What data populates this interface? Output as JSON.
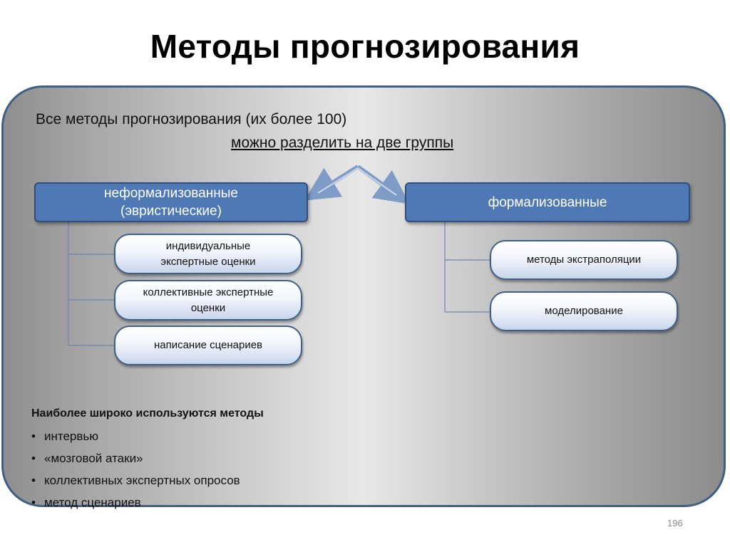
{
  "title": "Методы прогнозирования",
  "intro": {
    "line1": "Все методы прогнозирования (их более 100)",
    "line2": "можно разделить на две группы"
  },
  "groups": [
    {
      "label": "неформализованные\n(эвристические)",
      "methods": [
        "индивидуальные\nэкспертные оценки",
        "коллективные экспертные\nоценки",
        "написание сценариев"
      ]
    },
    {
      "label": "формализованные",
      "methods": [
        "методы экстраполяции",
        "моделирование"
      ]
    }
  ],
  "widely_used": {
    "heading": "Наиболее широко используются методы",
    "items": [
      "интервью",
      "«мозговой атаки»",
      "коллективных экспертных опросов",
      "метод сценариев"
    ]
  },
  "page_number": "196",
  "colors": {
    "group_fill": "#4e79b5",
    "border": "#3f5f86",
    "connector": "#7f9cc6"
  }
}
